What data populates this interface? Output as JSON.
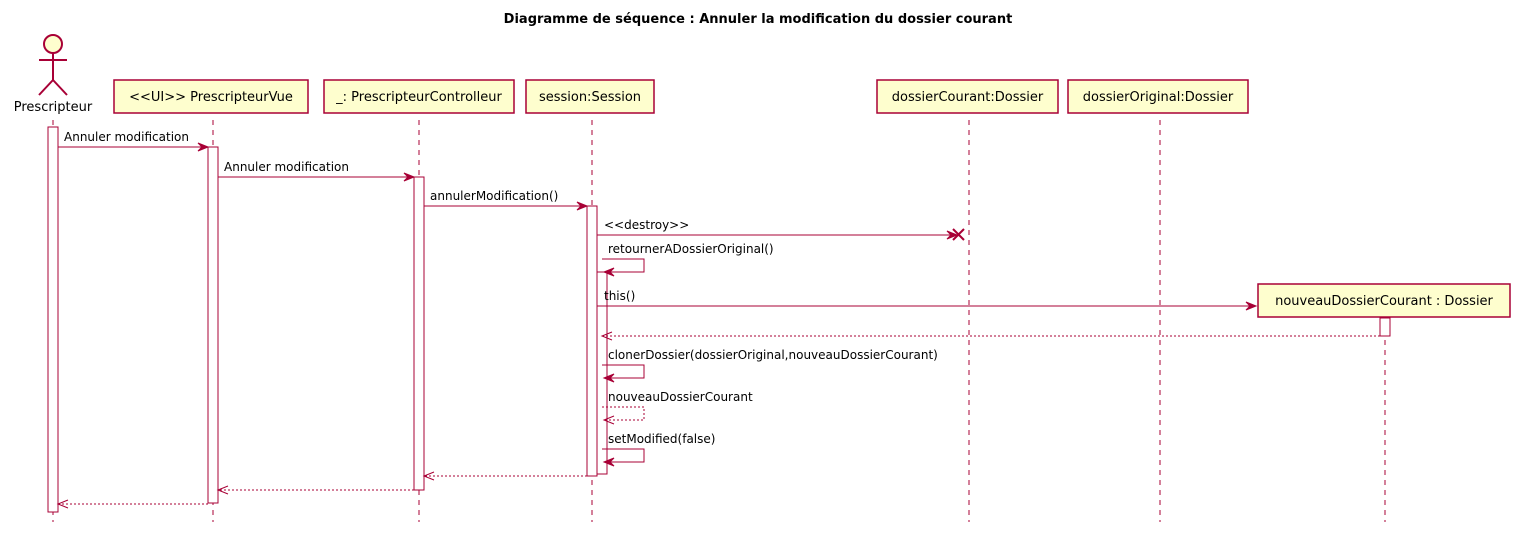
{
  "title": "Diagramme de séquence : Annuler la modification du dossier courant",
  "colors": {
    "border": "#A80036",
    "participant_fill": "#FEFECE",
    "activation_fill": "#FFFFFF"
  },
  "participants": [
    {
      "id": "prescripteur",
      "kind": "actor",
      "label": "Prescripteur"
    },
    {
      "id": "vue",
      "kind": "participant",
      "label": "<<UI>> PrescripteurVue"
    },
    {
      "id": "controlleur",
      "kind": "participant",
      "label": "_: PrescripteurControlleur"
    },
    {
      "id": "session",
      "kind": "participant",
      "label": "session:Session"
    },
    {
      "id": "dossierCourant",
      "kind": "participant",
      "label": "dossierCourant:Dossier"
    },
    {
      "id": "dossierOriginal",
      "kind": "participant",
      "label": "dossierOriginal:Dossier"
    },
    {
      "id": "nouveau",
      "kind": "created",
      "label": "nouveauDossierCourant : Dossier"
    }
  ],
  "messages": [
    {
      "from": "prescripteur",
      "to": "vue",
      "label": "Annuler modification",
      "style": "sync"
    },
    {
      "from": "vue",
      "to": "controlleur",
      "label": "Annuler modification",
      "style": "sync"
    },
    {
      "from": "controlleur",
      "to": "session",
      "label": "annulerModification()",
      "style": "sync"
    },
    {
      "from": "session",
      "to": "dossierCourant",
      "label": "<<destroy>>",
      "style": "destroy"
    },
    {
      "from": "session",
      "to": "session",
      "label": "retournerADossierOriginal()",
      "style": "self"
    },
    {
      "from": "session",
      "to": "nouveau",
      "label": "this()",
      "style": "create"
    },
    {
      "from": "nouveau",
      "to": "session",
      "label": "",
      "style": "return"
    },
    {
      "from": "session",
      "to": "session",
      "label": "clonerDossier(dossierOriginal,nouveauDossierCourant)",
      "style": "self"
    },
    {
      "from": "session",
      "to": "session",
      "label": "nouveauDossierCourant",
      "style": "self-return"
    },
    {
      "from": "session",
      "to": "session",
      "label": "setModified(false)",
      "style": "self"
    },
    {
      "from": "session",
      "to": "controlleur",
      "label": "",
      "style": "return"
    },
    {
      "from": "controlleur",
      "to": "vue",
      "label": "",
      "style": "return"
    },
    {
      "from": "vue",
      "to": "prescripteur",
      "label": "",
      "style": "return"
    }
  ]
}
